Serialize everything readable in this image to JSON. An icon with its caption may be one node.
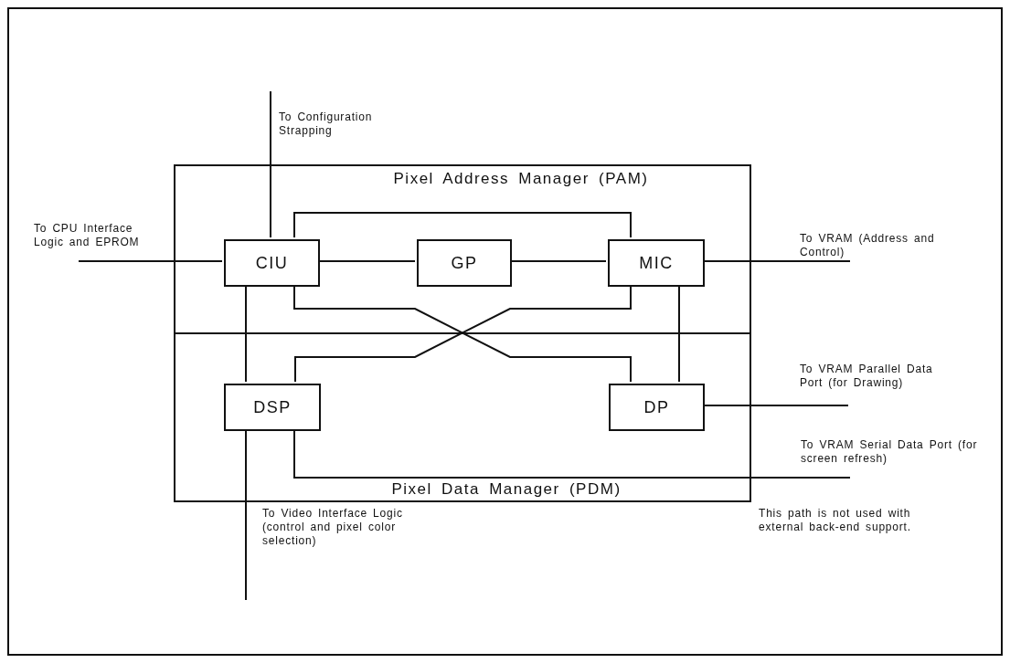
{
  "diagram": {
    "nodes": [
      {
        "text": [
          "Pixel Address Manager (PAM)"
        ]
      },
      {
        "text": [
          "Pixel Data Manager (PDM)"
        ]
      },
      {
        "text": [
          "CIU"
        ],
        "in": 0
      },
      {
        "text": [
          "GP"
        ],
        "in": 0
      },
      {
        "text": [
          "MIC"
        ],
        "in": 0
      },
      {
        "text": [
          "DSP"
        ],
        "in": 1
      },
      {
        "text": [
          "DP"
        ],
        "in": 1
      }
    ],
    "edges": [
      {
        "from": null,
        "to": 2,
        "arrow": "none",
        "label": "To Configuration Strapping"
      },
      {
        "from": null,
        "to": 2,
        "arrow": "none",
        "label": "To CPU Interface Logic and EPROM"
      },
      {
        "from": 2,
        "to": 3,
        "arrow": "none"
      },
      {
        "from": 3,
        "to": 4,
        "arrow": "none"
      },
      {
        "from": 2,
        "to": 4,
        "arrow": "none"
      },
      {
        "from": 2,
        "to": 6,
        "arrow": "none"
      },
      {
        "from": 4,
        "to": 5,
        "arrow": "none"
      },
      {
        "from": 2,
        "to": 5,
        "arrow": "none"
      },
      {
        "from": 4,
        "to": 6,
        "arrow": "none"
      },
      {
        "from": 4,
        "to": null,
        "arrow": "none",
        "label": "To VRAM (Address and Control)"
      },
      {
        "from": 6,
        "to": null,
        "arrow": "none",
        "label": "To VRAM Parallel Data Port (for Drawing)"
      },
      {
        "from": 5,
        "to": null,
        "arrow": "none",
        "label": "To VRAM Serial Data Port (for screen refresh)"
      },
      {
        "from": 5,
        "to": null,
        "arrow": "none",
        "label": "To Video Interface Logic (control and pixel color selection)"
      }
    ],
    "labels": [
      "This path is not used with external back-end support."
    ]
  }
}
